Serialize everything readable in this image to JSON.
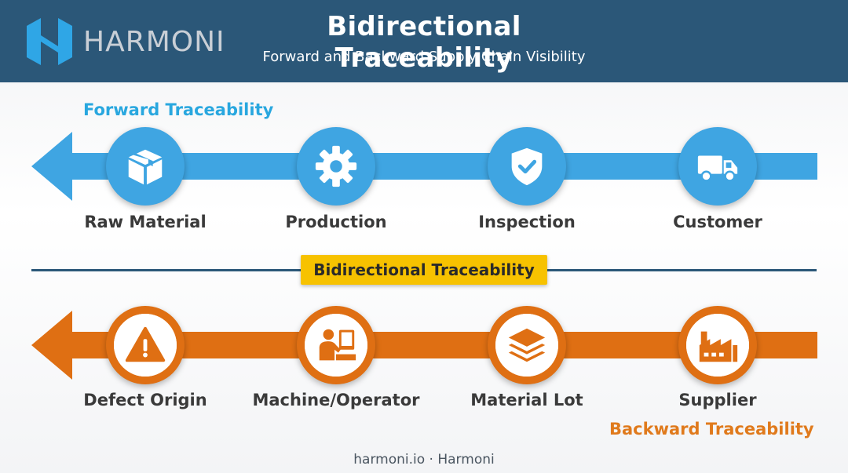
{
  "header": {
    "logo_text": "HARMONI",
    "title": "Bidirectional Traceability",
    "subtitle": "Forward and Backward Supply Chain Visibility"
  },
  "forward": {
    "label": "Forward Traceability",
    "color": "#3fa5e2",
    "nodes": [
      {
        "label": "Raw Material",
        "icon": "box-icon"
      },
      {
        "label": "Production",
        "icon": "gear-icon"
      },
      {
        "label": "Inspection",
        "icon": "shield-check-icon"
      },
      {
        "label": "Customer",
        "icon": "truck-icon"
      }
    ]
  },
  "center_badge": "Bidirectional Traceability",
  "backward": {
    "label": "Backward Traceability",
    "color": "#df6f13",
    "nodes": [
      {
        "label": "Defect Origin",
        "icon": "warning-icon"
      },
      {
        "label": "Machine/Operator",
        "icon": "operator-icon"
      },
      {
        "label": "Material Lot",
        "icon": "layers-icon"
      },
      {
        "label": "Supplier",
        "icon": "factory-icon"
      }
    ]
  },
  "footer": "harmoni.io · Harmoni"
}
